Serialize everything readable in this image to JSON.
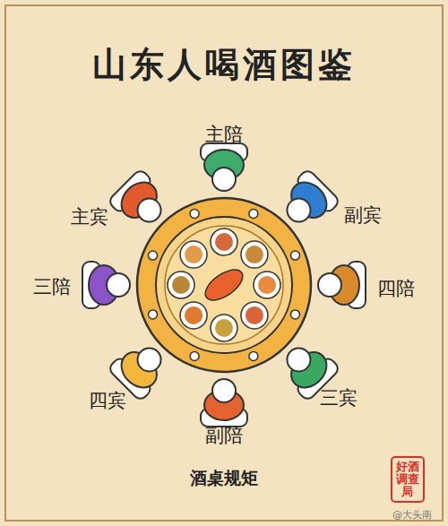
{
  "diagram": {
    "title": "山东人喝酒图鉴",
    "caption": "酒桌规矩",
    "nodes": [
      {
        "text": [
          "主陪"
        ]
      },
      {
        "text": [
          "主宾"
        ]
      },
      {
        "text": [
          "副宾"
        ]
      },
      {
        "text": [
          "三陪"
        ]
      },
      {
        "text": [
          "四陪"
        ]
      },
      {
        "text": [
          "四宾"
        ]
      },
      {
        "text": [
          "三宾"
        ]
      },
      {
        "text": [
          "副陪"
        ]
      }
    ],
    "labels": [
      "好酒调查局",
      "@大头南"
    ]
  }
}
